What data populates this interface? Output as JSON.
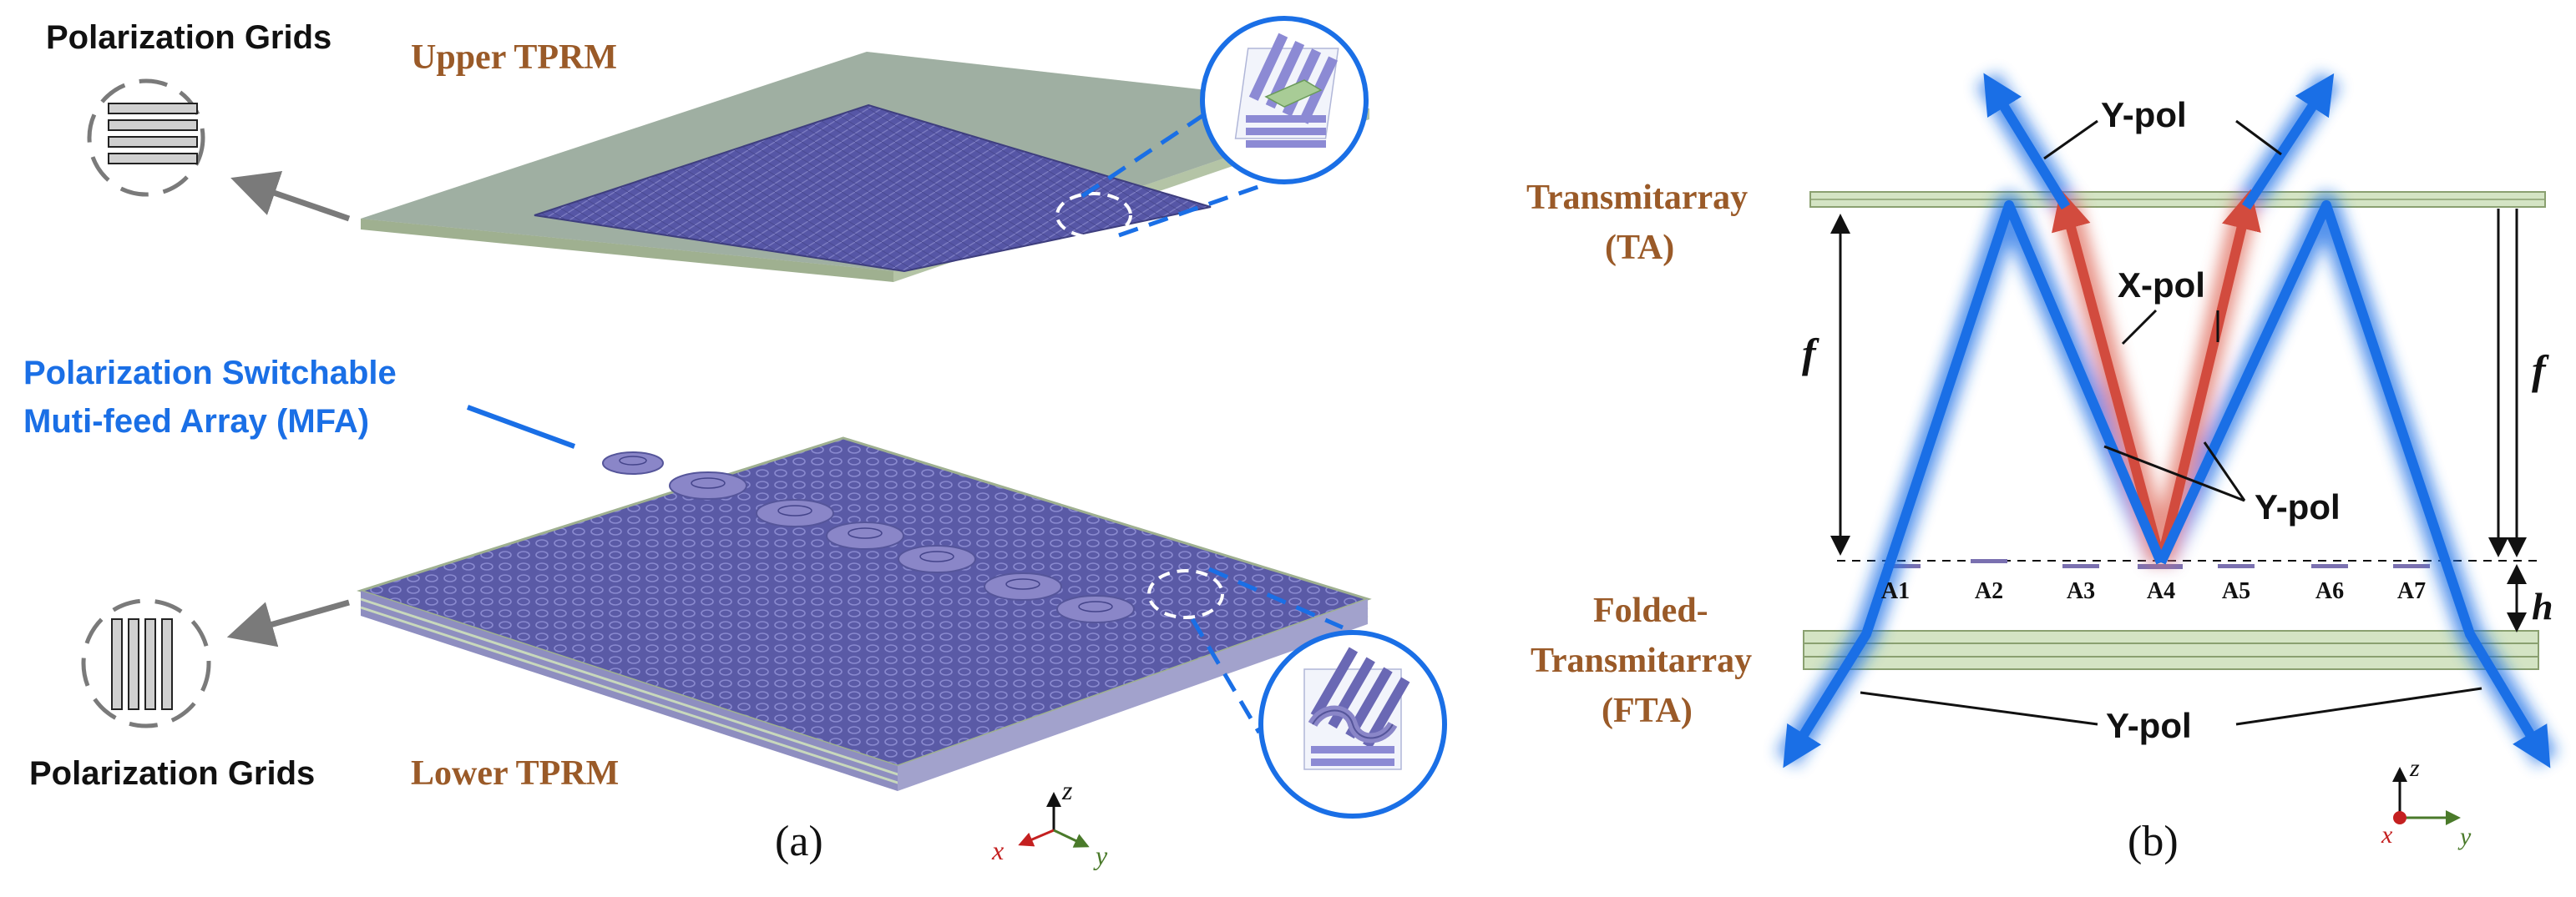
{
  "panel_a": {
    "caption": "(a)",
    "pol_grids_top": "Polarization Grids",
    "pol_grids_bottom": "Polarization Grids",
    "upper_tprm": "Upper TPRM",
    "lower_tprm": "Lower TPRM",
    "mfa_line1": "Polarization Switchable",
    "mfa_line2": "Muti-feed Array (MFA)",
    "axis": {
      "x": "x",
      "y": "y",
      "z": "z"
    }
  },
  "panel_b": {
    "caption": "(b)",
    "ta_line1": "Transmitarray",
    "ta_line2": "(TA)",
    "fta_line1": "Folded-",
    "fta_line2": "Transmitarray",
    "fta_line3": "(FTA)",
    "ypol_top": "Y-pol",
    "xpol": "X-pol",
    "ypol_mid": "Y-pol",
    "ypol_bottom": "Y-pol",
    "f_left": "f",
    "f_right": "f",
    "h": "h",
    "elements": [
      "A1",
      "A2",
      "A3",
      "A4",
      "A5",
      "A6",
      "A7"
    ],
    "axis": {
      "x": "x",
      "y": "y",
      "z": "z"
    }
  },
  "colors": {
    "beam_y": "#1a6fe6",
    "beam_x": "#d24b3e",
    "label_brown": "#9a5a28",
    "label_blue": "#1a6fe6",
    "substrate": "#d4e4c4",
    "metasurface": "#5a5aa8",
    "feed": "#8a86c8"
  }
}
